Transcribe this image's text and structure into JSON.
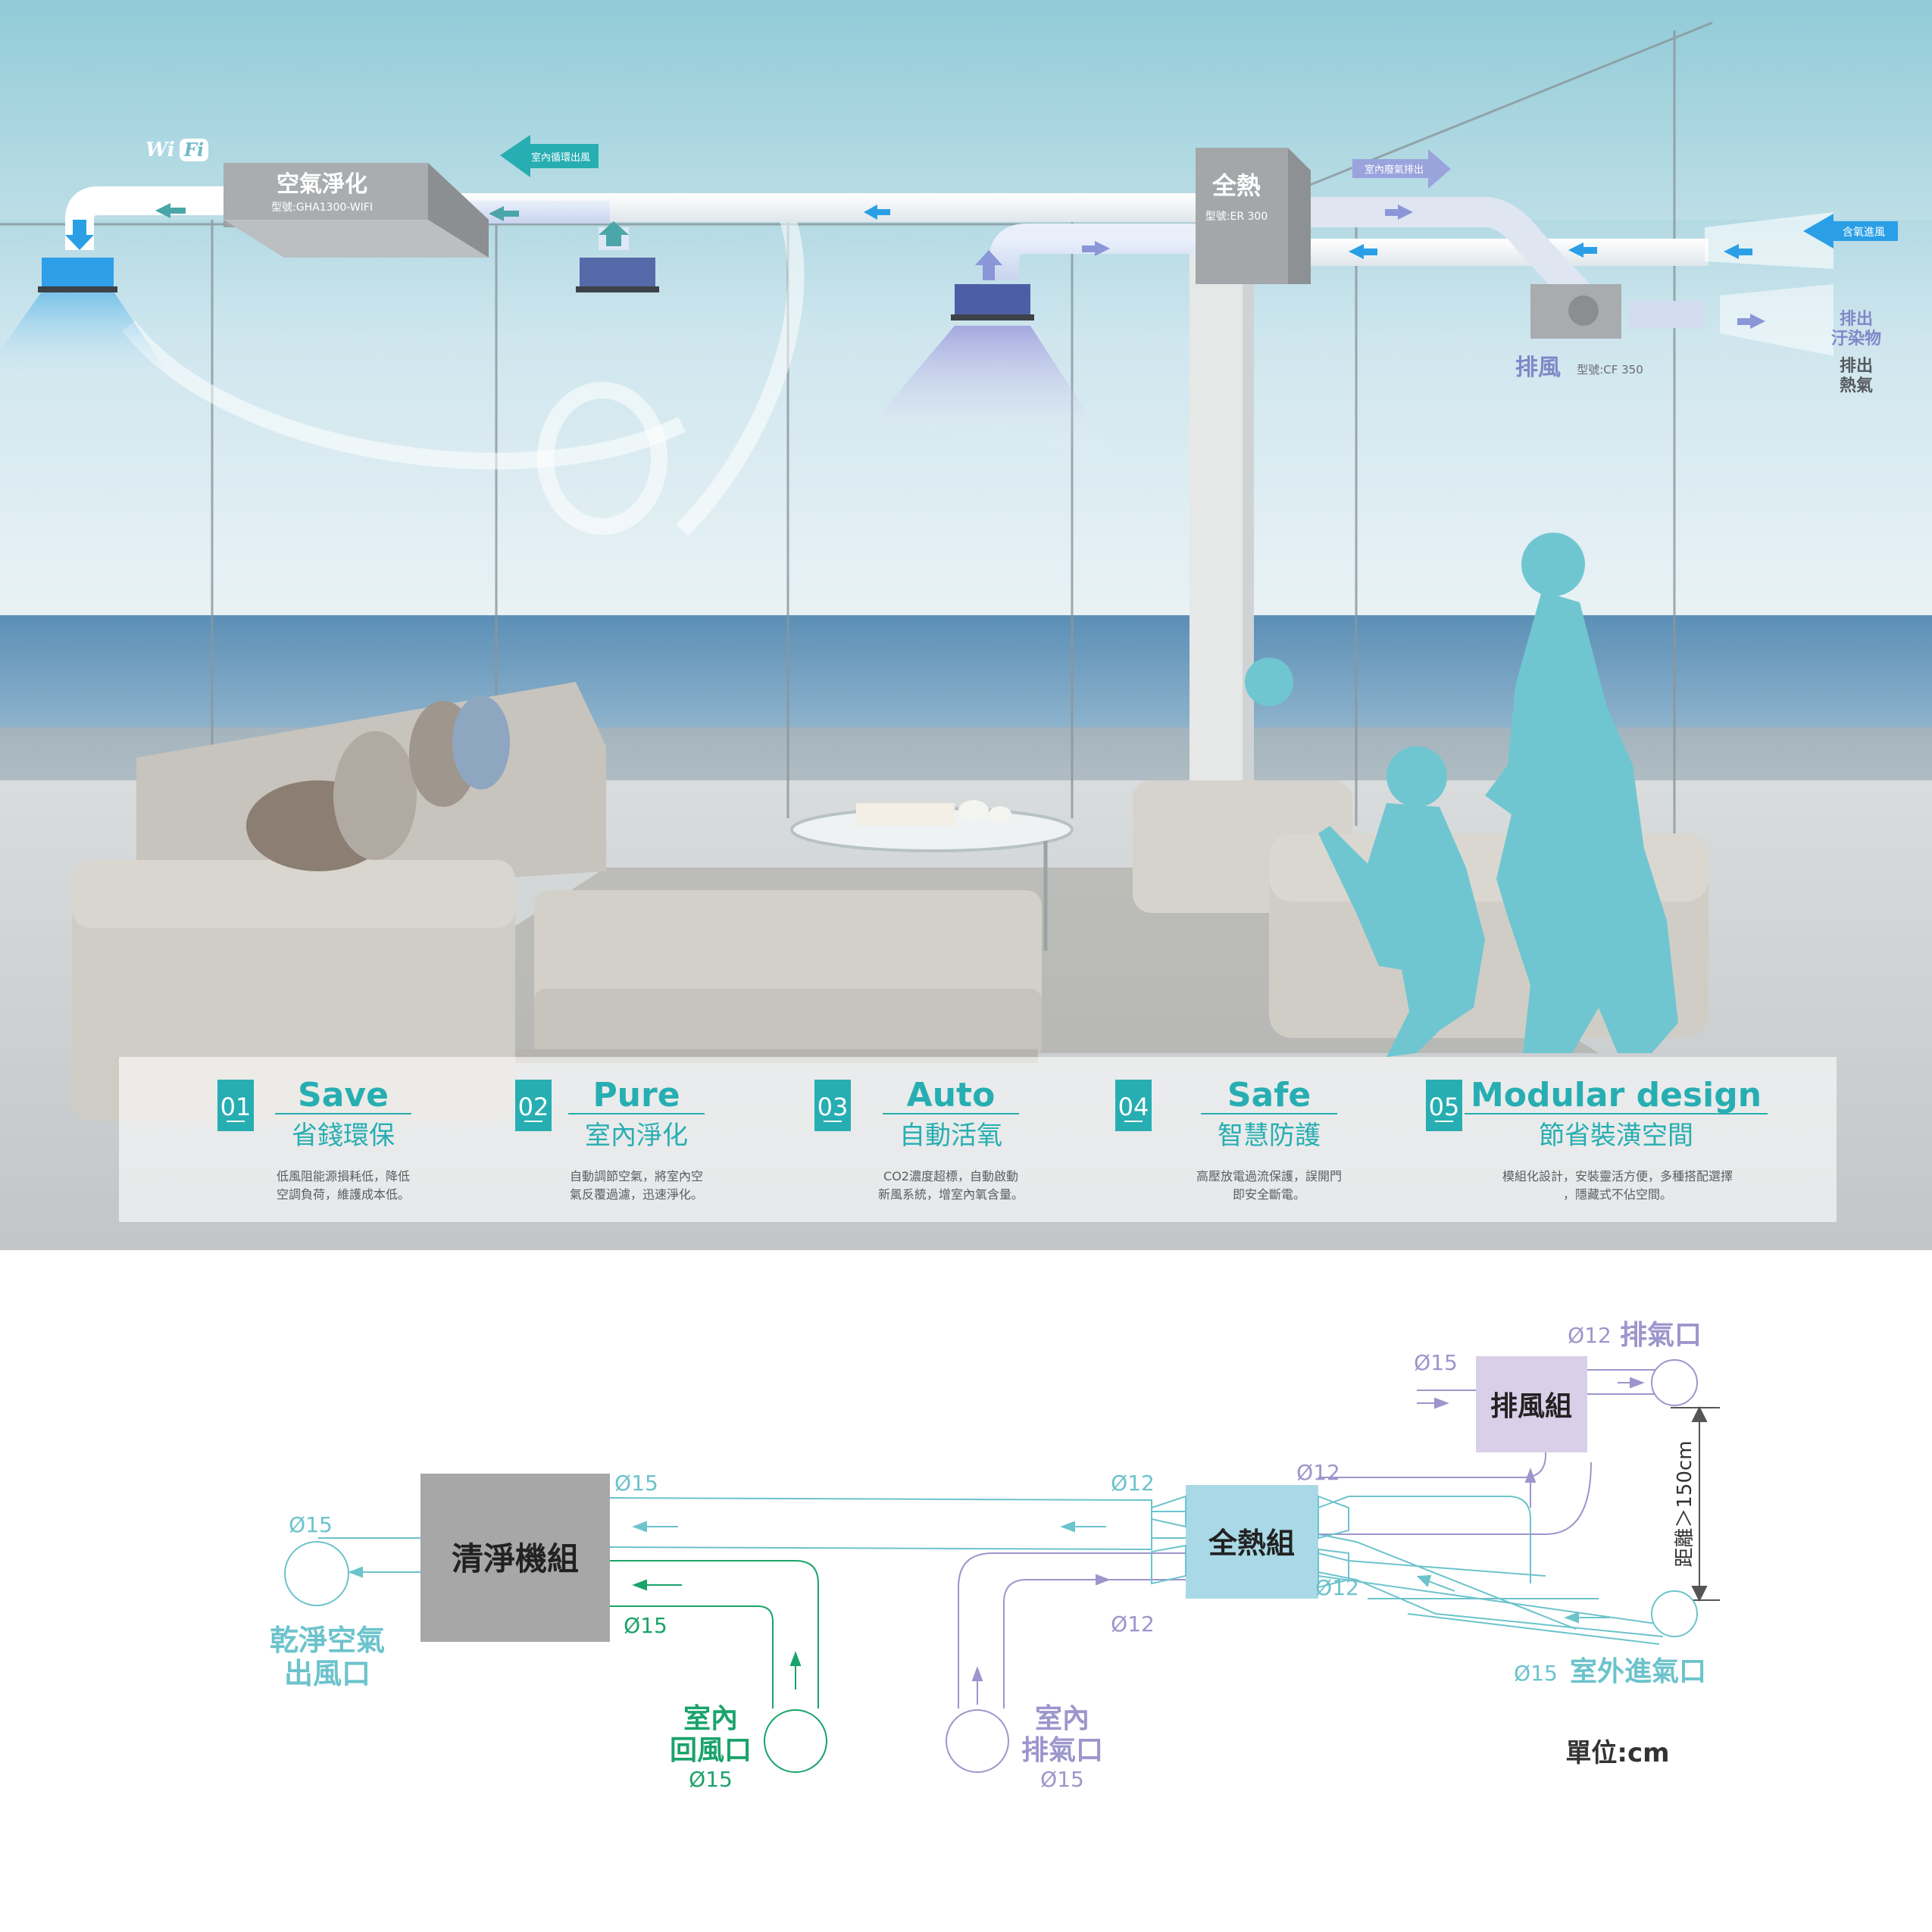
{
  "top": {
    "wifi_badge": "WiFi",
    "purifier_title": "空氣淨化",
    "purifier_model": "型號:GHA1300-WIFI",
    "indoor_return_arrow": "室內循環出風",
    "erv_title": "全熱",
    "erv_model": "型號:ER 300",
    "indoor_exhaust_arrow": "室內廢氣排出",
    "oxygen_intake_arrow": "含氧進風",
    "exhaust_unit_title": "排風",
    "exhaust_unit_model": "型號:CF 350",
    "discharge_pollutants": "排出汙染物",
    "discharge_heat": "排出熱氣"
  },
  "features": [
    {
      "num": "01",
      "en": "Save",
      "zh": "省錢環保",
      "desc1": "低風阻能源損耗低，降低",
      "desc2": "空調負荷，維護成本低。"
    },
    {
      "num": "02",
      "en": "Pure",
      "zh": "室內淨化",
      "desc1": "自動調節空氣，將室內空",
      "desc2": "氣反覆過濾，迅速淨化。"
    },
    {
      "num": "03",
      "en": "Auto",
      "zh": "自動活氧",
      "desc1": "CO2濃度超標，自動啟動",
      "desc2": "新風系統，增室內氧含量。"
    },
    {
      "num": "04",
      "en": "Safe",
      "zh": "智慧防護",
      "desc1": "高壓放電過流保護，誤開門",
      "desc2": "即安全斷電。"
    },
    {
      "num": "05",
      "en": "Modular design",
      "zh": "節省裝潢空間",
      "desc1": "模組化設計，安裝靈活方便，多種搭配選擇",
      "desc2": "，隱藏式不佔空間。"
    }
  ],
  "diagram": {
    "purifier_box": "清淨機組",
    "erv_box": "全熱組",
    "exhaust_box": "排風組",
    "clean_outlet_label1": "乾淨空氣",
    "clean_outlet_label2": "出風口",
    "clean_outlet_dia": "Ø15",
    "purifier_top_dia": "Ø15",
    "purifier_bottom_dia": "Ø15",
    "return_label1": "室內",
    "return_label2": "回風口",
    "return_dia": "Ø15",
    "indoor_exhaust_label1": "室內",
    "indoor_exhaust_label2": "排氣口",
    "indoor_exhaust_dia": "Ø15",
    "erv_left_top_dia": "Ø12",
    "erv_left_bottom_dia": "Ø12",
    "erv_right_top_dia": "Ø12",
    "erv_right_bottom_dia": "Ø12",
    "exhaust_in_dia": "Ø15",
    "exhaust_out_dia": "Ø12",
    "exhaust_out_label": "排氣口",
    "outdoor_intake_dia": "Ø15",
    "outdoor_intake_label": "室外進氣口",
    "distance_label": "距離＞150cm",
    "unit_label": "單位:cm"
  },
  "colors": {
    "teal": "#6cc3cc",
    "green": "#1aa36a",
    "lavender": "#9c96cc",
    "silhouette": "#6fc6d0",
    "accent_teal": "#27aeb2"
  }
}
